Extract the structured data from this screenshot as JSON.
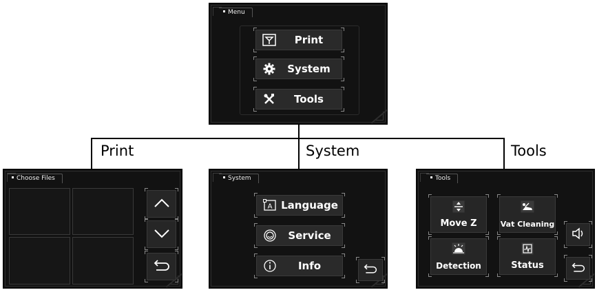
{
  "menu_screen": {
    "title": "Menu",
    "buttons": [
      {
        "label": "Print",
        "icon": "print-icon"
      },
      {
        "label": "System",
        "icon": "gear-icon"
      },
      {
        "label": "Tools",
        "icon": "tools-icon"
      }
    ]
  },
  "branches": {
    "print": "Print",
    "system": "System",
    "tools": "Tools"
  },
  "files_screen": {
    "title": "Choose Files",
    "nav": [
      "chevron-up-icon",
      "chevron-down-icon",
      "back-icon"
    ]
  },
  "system_screen": {
    "title": "System",
    "buttons": [
      {
        "label": "Language",
        "icon": "language-icon"
      },
      {
        "label": "Service",
        "icon": "service-icon"
      },
      {
        "label": "Info",
        "icon": "info-icon"
      }
    ]
  },
  "tools_screen": {
    "title": "Tools",
    "tiles": [
      {
        "label": "Move Z",
        "icon": "move-z-icon"
      },
      {
        "label": "Vat Cleaning",
        "icon": "vat-cleaning-icon"
      },
      {
        "label": "Detection",
        "icon": "detection-icon"
      },
      {
        "label": "Status",
        "icon": "status-icon"
      }
    ],
    "side_buttons": [
      "volume-icon",
      "back-icon"
    ]
  }
}
